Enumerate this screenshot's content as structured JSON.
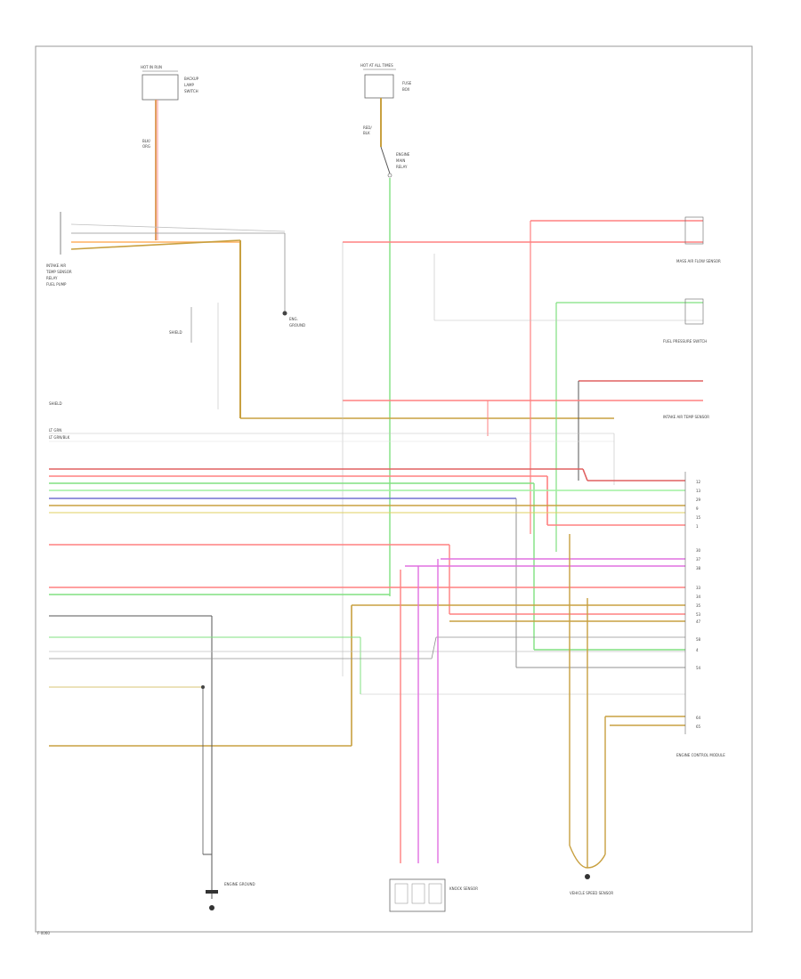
{
  "footer": {
    "code": "F-0060"
  },
  "components": {
    "top_left_title": "HOT IN RUN",
    "top_mid_title": "HOT AT ALL TIMES",
    "right_1": "MASS AIR FLOW SENSOR",
    "right_2": "FUEL PRESSURE SWITCH",
    "right_3": "INTAKE AIR TEMP SENSOR",
    "ecm": "ENGINE CONTROL MODULE",
    "bottom_1": "ENGINE GROUND",
    "bottom_2": "VEHICLE SPEED SENSOR",
    "bottom_3": "KNOCK SENSOR"
  },
  "colors": {
    "pink": "#ff8080",
    "red": "#e06060",
    "green": "#80e080",
    "tan": "#c8a040",
    "orange": "#e0a060",
    "blue": "#7070d0",
    "violet": "#e070e0",
    "gray": "#909090",
    "yellow": "#e0d060",
    "lightgray": "#c0c0c0",
    "dark": "#555555"
  }
}
